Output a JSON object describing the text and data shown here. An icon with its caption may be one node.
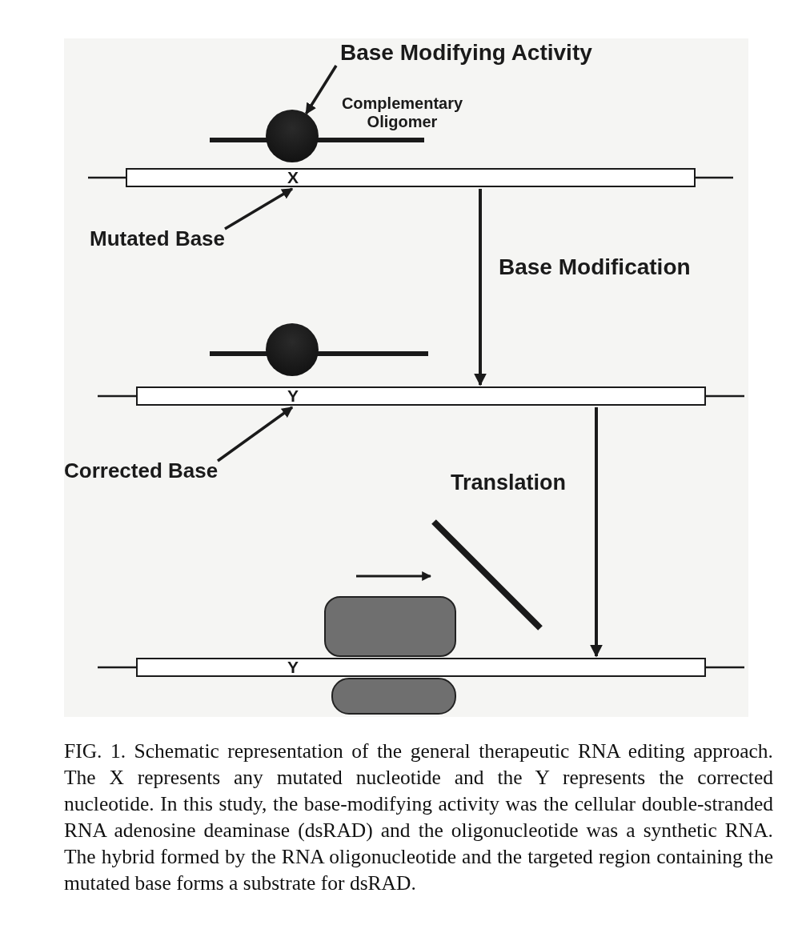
{
  "diagram": {
    "caption": "FIG. 1. Schematic representation of the general therapeutic RNA editing approach. The X represents any mutated nucleotide and the Y represents the corrected nucleotide. In this study, the base-modifying activity was the cellular double-stranded RNA adenosine deaminase (dsRAD) and the oligonucleotide was a synthetic RNA. The hybrid formed by the RNA oligonucleotide and the targeted region containing the mutated base forms a substrate for dsRAD.",
    "nodes": [
      {
        "text": [
          "Base Modifying Activity"
        ]
      },
      {
        "text": [],
        "shape": "circle"
      },
      {
        "text": [
          "X"
        ]
      },
      {
        "text": [
          "Mutated Base"
        ]
      },
      {
        "text": [],
        "shape": "circle"
      },
      {
        "text": [
          "Y"
        ]
      },
      {
        "text": [
          "Corrected Base"
        ]
      },
      {
        "text": [
          "Y"
        ]
      },
      {
        "text": [],
        "shape": "box"
      },
      {
        "text": [],
        "shape": "box"
      }
    ],
    "edges": [
      {
        "from": 0,
        "to": 1,
        "arrow": "to"
      },
      {
        "from": 3,
        "to": 2,
        "arrow": "to"
      },
      {
        "from": 2,
        "to": 5,
        "arrow": "to",
        "label": "Base Modification"
      },
      {
        "from": 6,
        "to": 5,
        "arrow": "to"
      },
      {
        "from": 5,
        "to": 7,
        "arrow": "to",
        "label": "Translation"
      }
    ],
    "labels": [
      "Complementary Oligomer"
    ]
  }
}
